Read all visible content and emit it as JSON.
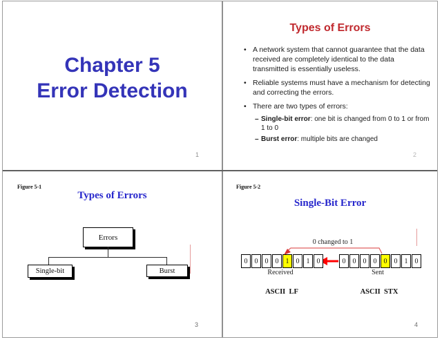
{
  "page": {
    "background": "#ffffff",
    "border_color": "#9a9a9a",
    "divider_color": "#5f5f5f"
  },
  "colors": {
    "title_blue_sans": "#3434b8",
    "title_red": "#c0292e",
    "title_blue_serif": "#2626cc",
    "bit_highlight": "#ffff00",
    "arrow_red": "#ff0000",
    "thin_arrow_red": "#e06060",
    "pen_mark_red": "#e59a9a"
  },
  "slide1": {
    "number": "1",
    "title_line1": "Chapter 5",
    "title_line2": "Error Detection"
  },
  "slide2": {
    "number": "2",
    "title": "Types of Errors",
    "bullet_marker": "•",
    "sub_marker": "–",
    "bullets": [
      {
        "text": "A network system that cannot guarantee that the data received are completely identical to the data transmitted is essentially useless."
      },
      {
        "text": "Reliable systems must have a mechanism for detecting and correcting the errors."
      },
      {
        "text": "There are two types of errors:"
      }
    ],
    "sub_bullets": [
      {
        "bold": "Single-bit error",
        "rest": ": one bit is changed from 0 to 1 or from 1 to 0"
      },
      {
        "bold": "Burst error",
        "rest": ": multiple bits are changed"
      }
    ]
  },
  "slide3": {
    "number": "3",
    "figure_label": "Figure 5-1",
    "title": "Types of Errors",
    "tree": {
      "root": "Errors",
      "left_child": "Single-bit",
      "right_child": "Burst"
    }
  },
  "slide4": {
    "number": "4",
    "figure_label": "Figure 5-2",
    "title": "Single-Bit Error",
    "annotation": "0 changed to 1",
    "highlight_color": "#ffff00",
    "received": {
      "bits": [
        "0",
        "0",
        "0",
        "0",
        "1",
        "0",
        "1",
        "0"
      ],
      "highlight_index": 4,
      "label": "Received",
      "ascii": "ASCII  LF"
    },
    "sent": {
      "bits": [
        "0",
        "0",
        "0",
        "0",
        "0",
        "0",
        "1",
        "0"
      ],
      "highlight_index": 4,
      "label": "Sent",
      "ascii": "ASCII  STX"
    }
  }
}
